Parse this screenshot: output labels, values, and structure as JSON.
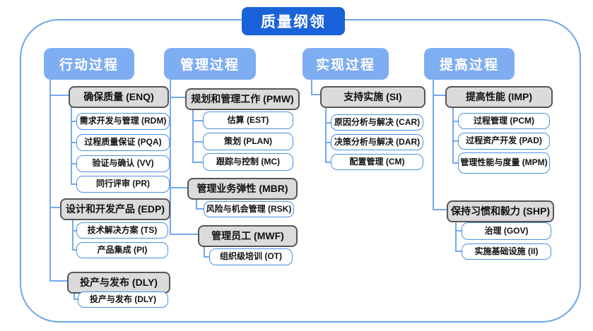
{
  "title": "质量纲领",
  "colors": {
    "title_bg": "#1962d9",
    "header_bg": "#7eadf2",
    "gray_box_bg": "#dbdbdb",
    "gray_box_border": "#565656",
    "white_box_border": "#4a90e2",
    "connector": "#74a9ee",
    "frame_border": "#6ba5ea"
  },
  "columns": [
    {
      "header": "行动过程",
      "groups": [
        {
          "label": "确保质量 (ENQ)",
          "children": [
            "需求开发与管理 (RDM)",
            "过程质量保证 (PQA)",
            "验证与确认 (VV)",
            "同行评审 (PR)"
          ]
        },
        {
          "label": "设计和开发产品 (EDP)",
          "children": [
            "技术解决方案 (TS)",
            "产品集成 (PI)"
          ]
        },
        {
          "label": "投产与发布 (DLY)",
          "children": [
            "投产与发布 (DLY)"
          ]
        }
      ]
    },
    {
      "header": "管理过程",
      "groups": [
        {
          "label": "规划和管理工作 (PMW)",
          "children": [
            "估算 (EST)",
            "策划 (PLAN)",
            "跟踪与控制 (MC)"
          ]
        },
        {
          "label": "管理业务弹性 (MBR)",
          "children": [
            "风险与机会管理 (RSK)"
          ]
        },
        {
          "label": "管理员工 (MWF)",
          "children": [
            "组织级培训 (OT)"
          ]
        }
      ]
    },
    {
      "header": "实现过程",
      "groups": [
        {
          "label": "支持实施 (SI)",
          "children": [
            "原因分析与解决 (CAR)",
            "决策分析与解决 (DAR)",
            "配置管理 (CM)"
          ]
        }
      ]
    },
    {
      "header": "提高过程",
      "groups": [
        {
          "label": "提高性能 (IMP)",
          "children": [
            "过程管理 (PCM)",
            "过程资产开发 (PAD)",
            "管理性能与度量 (MPM)"
          ]
        },
        {
          "label": "保持习惯和毅力 (SHP)",
          "children": [
            "治理 (GOV)",
            "实施基础设施 (II)"
          ]
        }
      ]
    }
  ]
}
